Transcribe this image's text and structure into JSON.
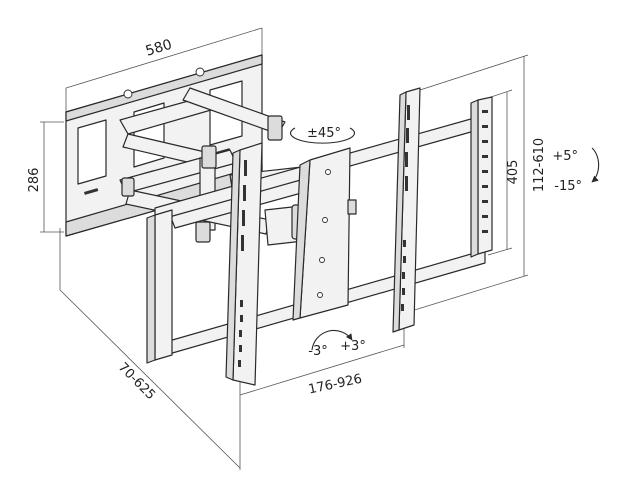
{
  "dimensions": {
    "wall_plate_width": "580",
    "wall_plate_height": "286",
    "extension_range": "70-625",
    "vesa_horizontal_range": "176-926",
    "vesa_vertical": "405",
    "height_adjustment": "112-610"
  },
  "angles": {
    "swivel": "±45°",
    "tilt_up": "+5°",
    "tilt_down": "-15°",
    "level_left": "-3°",
    "level_right": "+3°"
  }
}
